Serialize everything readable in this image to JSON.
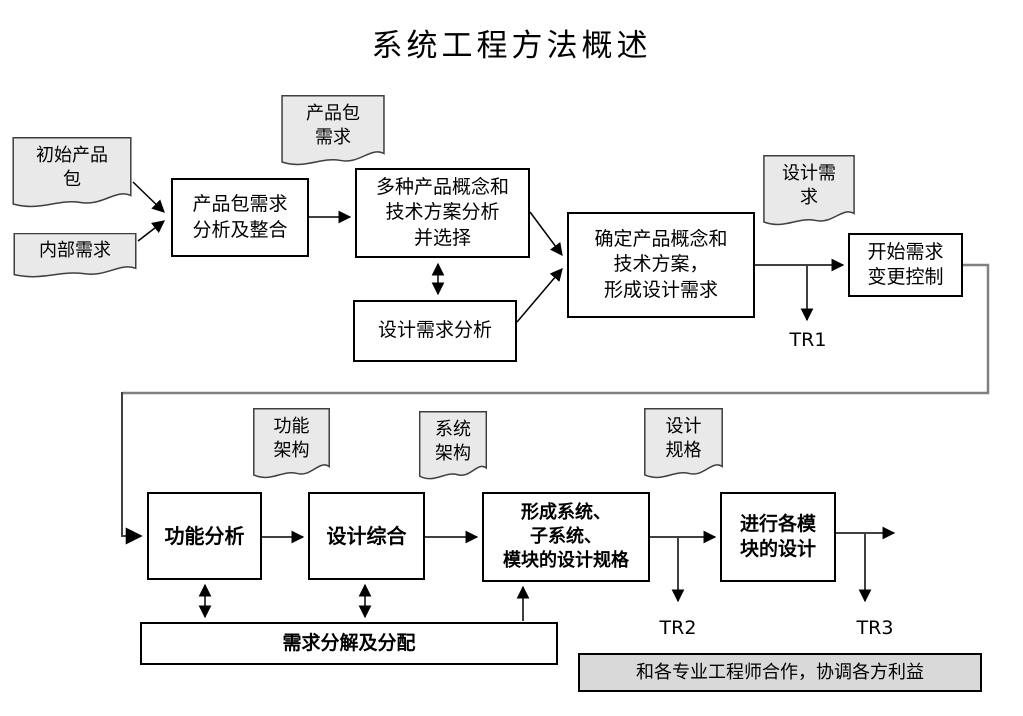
{
  "title": "系统工程方法概述",
  "docs": {
    "initial_package": {
      "lines": [
        "初始产品",
        "包"
      ]
    },
    "internal_demand": {
      "lines": [
        "内部需求"
      ]
    },
    "package_requirement": {
      "lines": [
        "产品包",
        "需求"
      ]
    },
    "design_requirement": {
      "lines": [
        "设计需",
        "求"
      ]
    },
    "functional_architecture": {
      "lines": [
        "功能",
        "架构"
      ]
    },
    "system_architecture": {
      "lines": [
        "系统",
        "架构"
      ]
    },
    "design_spec": {
      "lines": [
        "设计",
        "规格"
      ]
    }
  },
  "boxes": {
    "package_req_analysis": {
      "lines": [
        "产品包需求",
        "分析及整合"
      ]
    },
    "multi_concept": {
      "lines": [
        "多种产品概念和",
        "技术方案分析",
        "并选择"
      ]
    },
    "design_req_analysis": {
      "lines": [
        "设计需求分析"
      ]
    },
    "confirm_concept": {
      "lines": [
        "确定产品概念和",
        "技术方案，",
        "形成设计需求"
      ]
    },
    "start_change_control": {
      "lines": [
        "开始需求",
        "变更控制"
      ]
    },
    "functional_analysis": {
      "lines": [
        "功能分析"
      ]
    },
    "design_synthesis": {
      "lines": [
        "设计综合"
      ]
    },
    "form_spec": {
      "lines": [
        "形成系统、",
        "子系统、",
        "模块的设计规格"
      ]
    },
    "module_design": {
      "lines": [
        "进行各模",
        "块的设计"
      ]
    },
    "req_decomposition": {
      "lines": [
        "需求分解及分配"
      ]
    }
  },
  "labels": {
    "tr1": "TR1",
    "tr2": "TR2",
    "tr3": "TR3"
  },
  "note": {
    "text": "和各专业工程师合作，协调各方利益"
  },
  "colors": {
    "doc_fill": "#e9e9e9",
    "doc_border": "#3f3f3f",
    "note_fill": "#d9d9d9",
    "connector_gray": "#808080",
    "connector_dark": "#404040",
    "line": "#000000"
  }
}
